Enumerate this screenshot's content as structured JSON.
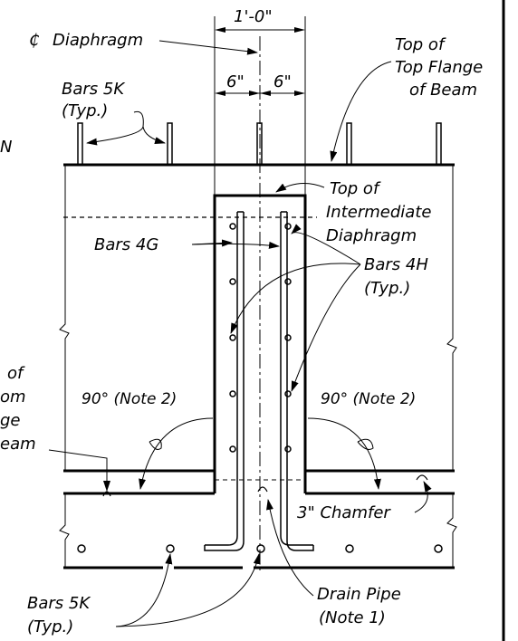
{
  "drawing": {
    "labels": {
      "dim_overall": "1'-0\"",
      "dim_left": "6\"",
      "dim_right": "6\"",
      "centerline_symbol": "₵",
      "centerline_text": "Diaphragm",
      "bars_5k_top_1": "Bars 5K",
      "bars_5k_top_2": "(Typ.)",
      "top_flange_1": "Top of",
      "top_flange_2": "Top Flange",
      "top_flange_3": "of Beam",
      "cut_off_left": "N",
      "top_intermediate_1": "Top of",
      "top_intermediate_2": "Intermediate",
      "top_intermediate_3": "Diaphragm",
      "bars_4g": "Bars 4G",
      "bars_4h_1": "Bars 4H",
      "bars_4h_2": "(Typ.)",
      "bottom_flange_1": "of",
      "bottom_flange_2": "om",
      "bottom_flange_3": "ge",
      "bottom_flange_4": "eam",
      "angle_left": "90° (Note 2)",
      "angle_right": "90° (Note 2)",
      "chamfer": "3\" Chamfer",
      "drain_pipe_1": "Drain Pipe",
      "drain_pipe_2": "(Note 1)",
      "bars_5k_bottom_1": "Bars 5K",
      "bars_5k_bottom_2": "(Typ.)"
    },
    "colors": {
      "ink": "#000000",
      "paper": "#ffffff"
    }
  }
}
